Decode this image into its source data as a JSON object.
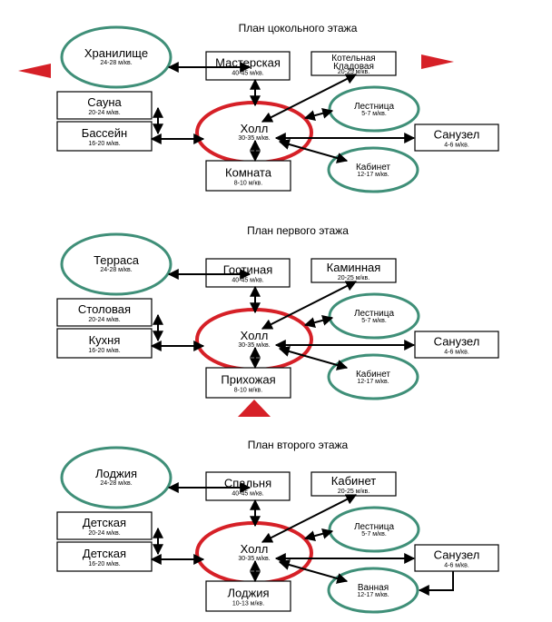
{
  "sections": [
    {
      "title": "План цокольного этажа",
      "nodes": {
        "n1": {
          "name": "Хранилище",
          "area": "24-28 м/кв."
        },
        "n2": {
          "name": "Мастерская",
          "area": "40-45 м/кв."
        },
        "n3": {
          "name": "Котельная",
          "name2": "Кладовая",
          "area": "20-25 м/кв."
        },
        "n4": {
          "name": "Сауна",
          "area": "20-24 м/кв."
        },
        "n5": {
          "name": "Бассейн",
          "area": "16-20 м/кв."
        },
        "n6": {
          "name": "Холл",
          "area": "30-35 м/кв."
        },
        "n7": {
          "name": "Лестница",
          "area": "5-7 м/кв."
        },
        "n8": {
          "name": "Санузел",
          "area": "4-6 м/кв."
        },
        "n9": {
          "name": "Кабинет",
          "area": "12-17 м/кв."
        },
        "n10": {
          "name": "Комната",
          "area": "8-10 м/кв."
        }
      }
    },
    {
      "title": "План первого этажа",
      "nodes": {
        "n1": {
          "name": "Терраса",
          "area": "24-28 м/кв."
        },
        "n2": {
          "name": "Гостиная",
          "area": "40-45 м/кв."
        },
        "n3": {
          "name": "Каминная",
          "area": "20-25 м/кв."
        },
        "n4": {
          "name": "Столовая",
          "area": "20-24 м/кв."
        },
        "n5": {
          "name": "Кухня",
          "area": "16-20 м/кв."
        },
        "n6": {
          "name": "Холл",
          "area": "30-35 м/кв."
        },
        "n7": {
          "name": "Лестница",
          "area": "5-7 м/кв."
        },
        "n8": {
          "name": "Санузел",
          "area": "4-6 м/кв."
        },
        "n9": {
          "name": "Кабинет",
          "area": "12-17 м/кв."
        },
        "n10": {
          "name": "Прихожая",
          "area": "8-10 м/кв."
        }
      }
    },
    {
      "title": "План второго этажа",
      "nodes": {
        "n1": {
          "name": "Лоджия",
          "area": "24-28 м/кв."
        },
        "n2": {
          "name": "Спальня",
          "area": "40-45 м/кв."
        },
        "n3": {
          "name": "Кабинет",
          "area": "20-25 м/кв."
        },
        "n4": {
          "name": "Детская",
          "area": "20-24 м/кв."
        },
        "n5": {
          "name": "Детская",
          "area": "16-20 м/кв."
        },
        "n6": {
          "name": "Холл",
          "area": "30-35 м/кв."
        },
        "n7": {
          "name": "Лестница",
          "area": "5-7 м/кв."
        },
        "n8": {
          "name": "Санузел",
          "area": "4-6 м/кв."
        },
        "n9": {
          "name": "Ванная",
          "area": "12-17 м/кв."
        },
        "n10": {
          "name": "Лоджия",
          "area": "10-13 м/кв."
        }
      }
    }
  ],
  "colors": {
    "green": "#3f8f78",
    "red": "#d62027",
    "line": "#000000",
    "fill": "#ffffff"
  }
}
